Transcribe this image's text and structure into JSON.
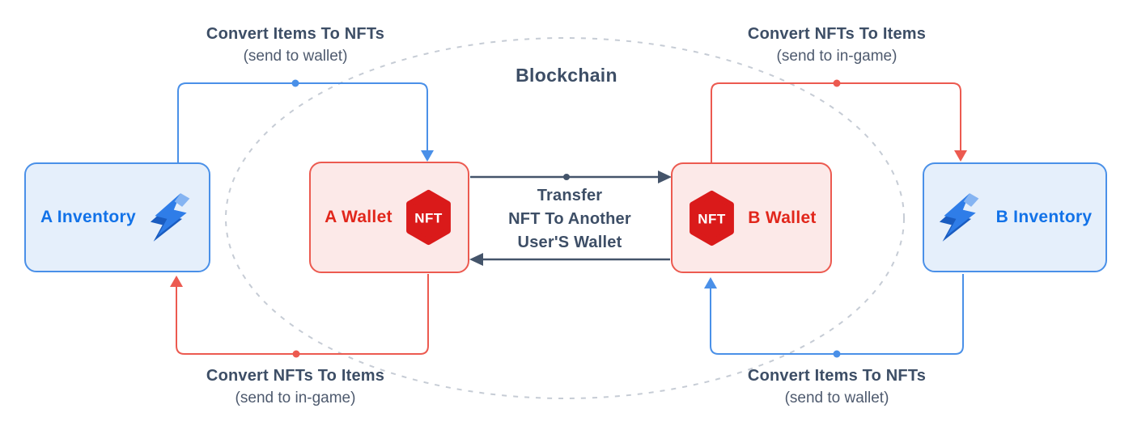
{
  "title": "Blockchain",
  "nodes": {
    "a_inventory": {
      "label": "A Inventory",
      "icon": "lightning-bolt-icon"
    },
    "a_wallet": {
      "label": "A Wallet",
      "badge": "NFT"
    },
    "b_wallet": {
      "label": "B Wallet",
      "badge": "NFT"
    },
    "b_inventory": {
      "label": "B Inventory",
      "icon": "lightning-bolt-icon"
    }
  },
  "labels": {
    "top_left": {
      "title": "Convert Items To NFTs",
      "subtitle": "(send to wallet)"
    },
    "top_right": {
      "title": "Convert NFTs To Items",
      "subtitle": "(send to in-game)"
    },
    "bottom_left": {
      "title": "Convert NFTs To Items",
      "subtitle": "(send to in-game)"
    },
    "bottom_right": {
      "title": "Convert Items To NFTs",
      "subtitle": "(send to wallet)"
    },
    "transfer": {
      "line1": "Transfer",
      "line2": "NFT To Another",
      "line3": "User'S Wallet"
    }
  },
  "colors": {
    "blue_line": "#4a90e8",
    "blue_fill": "#e5effb",
    "blue_text": "#1272e8",
    "red_line": "#ec5a50",
    "red_fill": "#fce9e8",
    "red_text": "#e1261b",
    "nft_badge": "#da1a1a",
    "slate_text": "#3d4e66",
    "dark_arrow": "#44546a",
    "ellipse_dash": "#c6ccd5"
  }
}
